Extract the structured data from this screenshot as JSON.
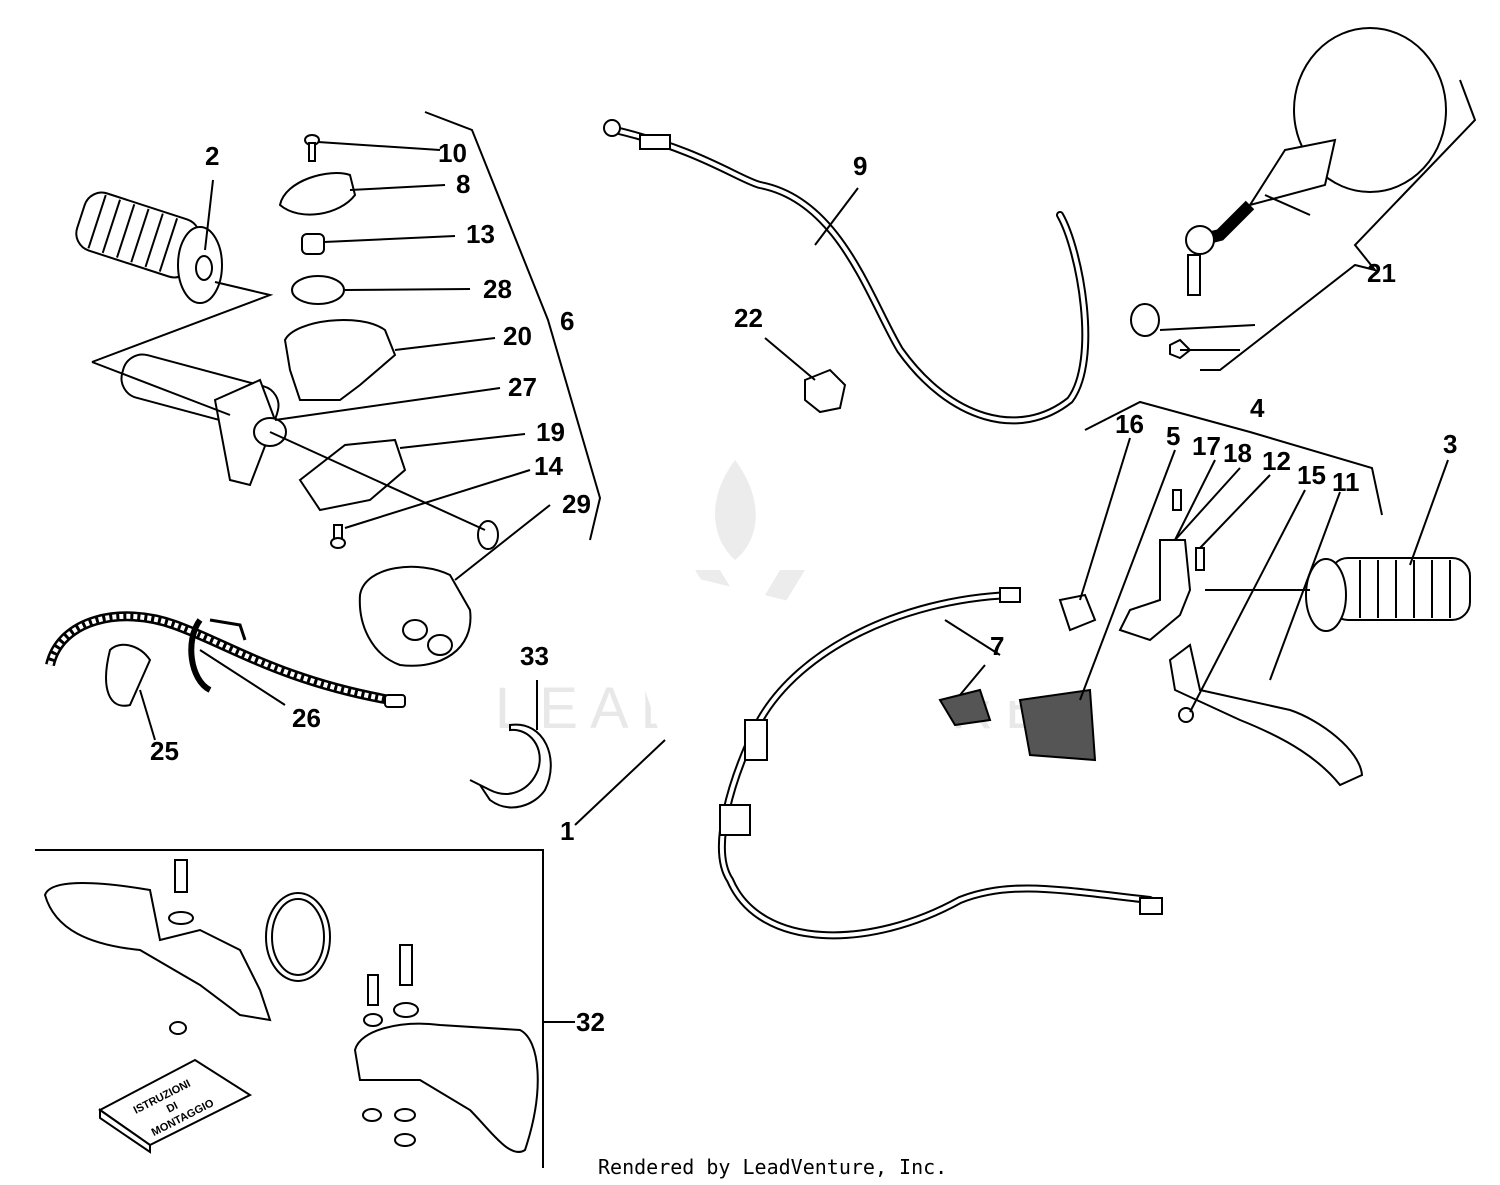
{
  "watermark": {
    "text": "LEADVENTURE"
  },
  "footer": {
    "text": "Rendered by LeadVenture, Inc."
  },
  "booklet": {
    "line1": "ISTRUZIONI",
    "line2": "DI",
    "line3": "MONTAGGIO"
  },
  "callouts": {
    "c1": "1",
    "c2": "2",
    "c3": "3",
    "c4": "4",
    "c5": "5",
    "c6": "6",
    "c7": "7",
    "c8": "8",
    "c9": "9",
    "c10": "10",
    "c11": "11",
    "c12": "12",
    "c13": "13",
    "c14": "14",
    "c15": "15",
    "c16": "16",
    "c17": "17",
    "c18": "18",
    "c19": "19",
    "c20": "20",
    "c21": "21",
    "c22": "22",
    "c25": "25",
    "c26": "26",
    "c27": "27",
    "c28": "28",
    "c29": "29",
    "c32": "32",
    "c33": "33"
  }
}
